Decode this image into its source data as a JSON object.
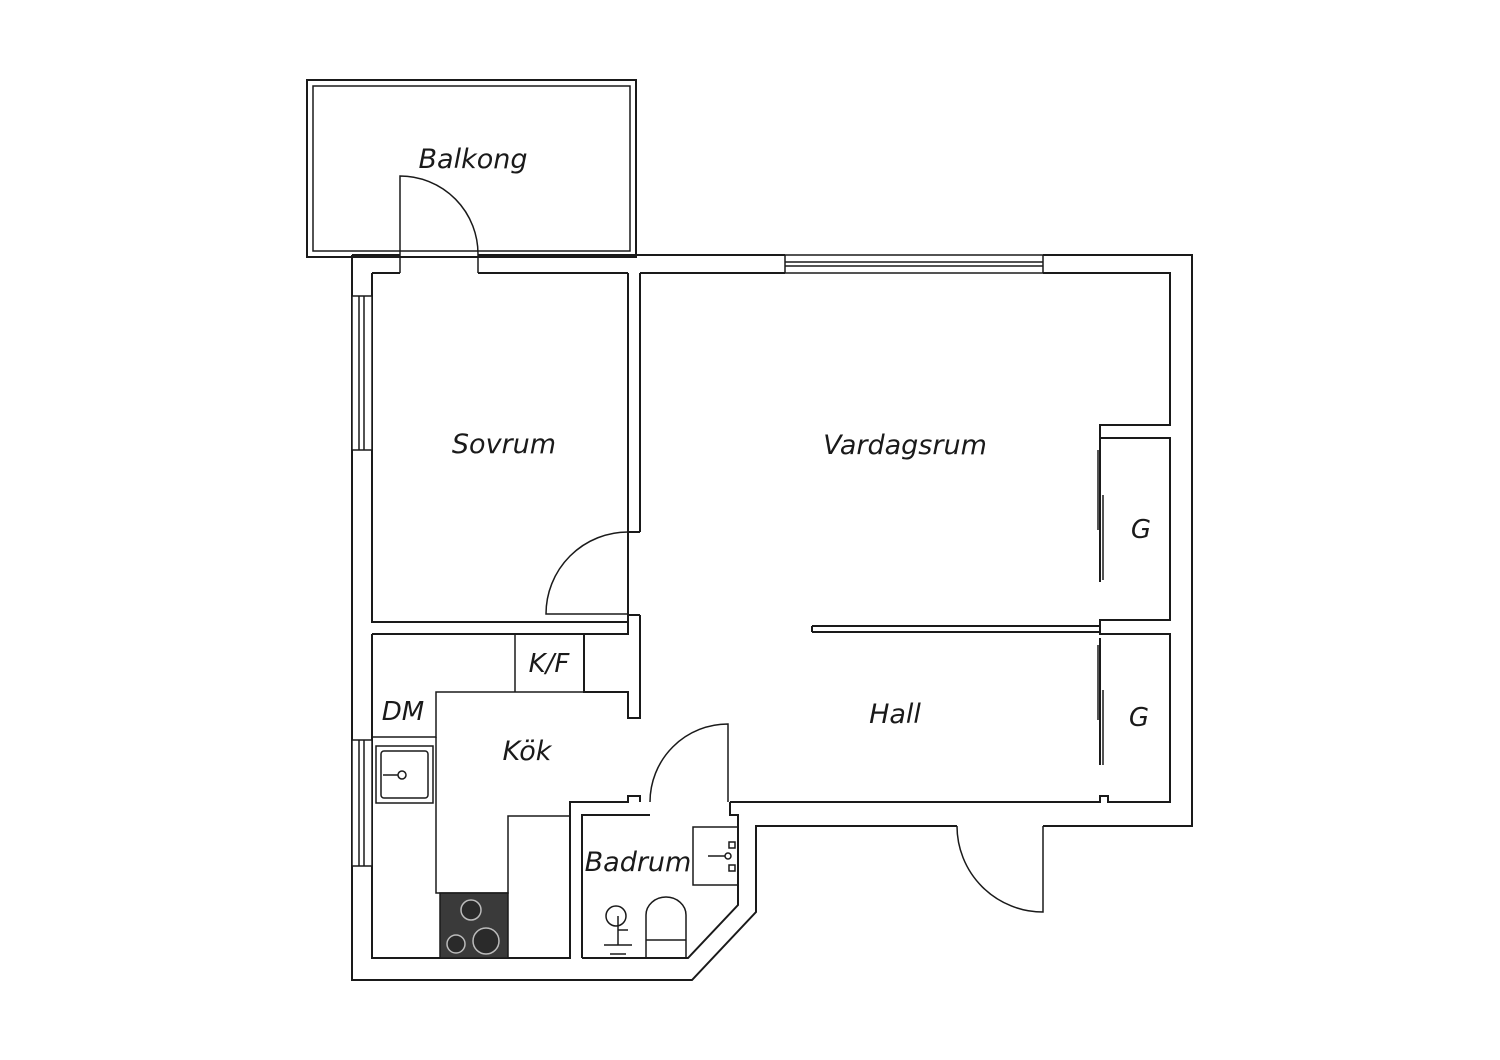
{
  "floorplan": {
    "rooms": {
      "balcony": "Balkong",
      "bedroom": "Sovrum",
      "living_room": "Vardagsrum",
      "wardrobe_1": "G",
      "fridge_freezer": "K/F",
      "dishwasher": "DM",
      "kitchen": "Kök",
      "hall": "Hall",
      "wardrobe_2": "G",
      "bathroom": "Badrum"
    },
    "colors": {
      "line": "#1a1a1a",
      "background": "#ffffff",
      "stove": "#3a3a3a"
    },
    "icons": [
      "door-swing-icon",
      "window-icon",
      "sink-icon",
      "stove-icon",
      "toilet-icon",
      "shower-icon",
      "wardrobe-door-icon"
    ]
  }
}
